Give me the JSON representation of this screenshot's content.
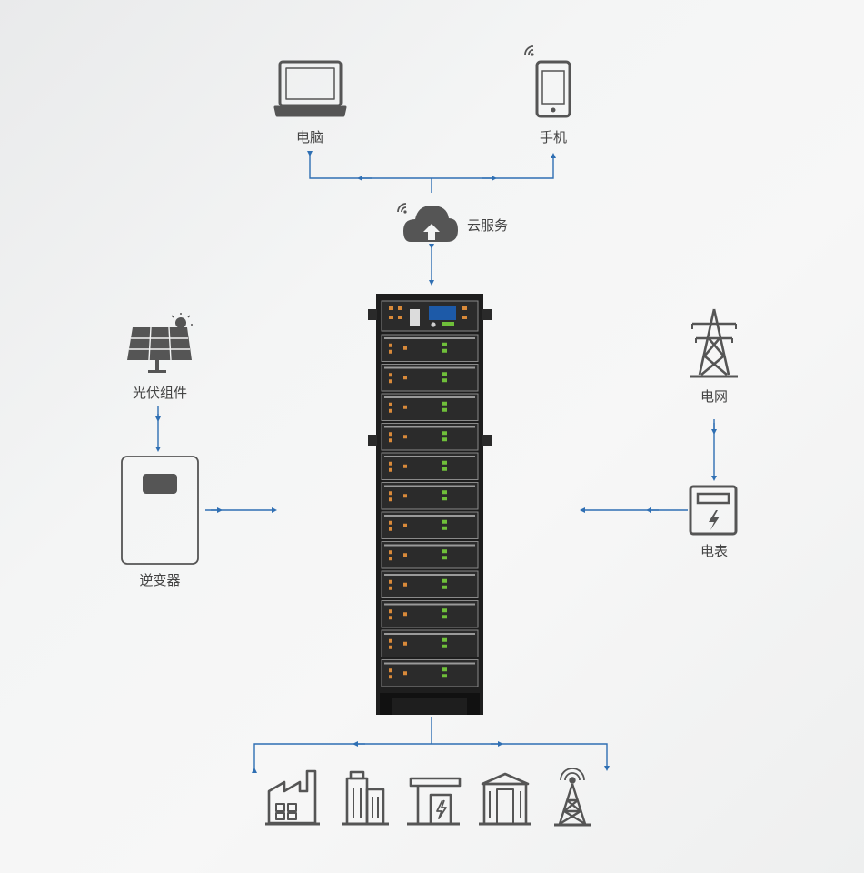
{
  "labels": {
    "computer": "电脑",
    "phone": "手机",
    "cloud": "云服务",
    "pv": "光伏组件",
    "inverter": "逆变器",
    "grid": "电网",
    "meter": "电表"
  },
  "icons": {
    "computer": "laptop-icon",
    "phone": "smartphone-icon",
    "cloud": "cloud-upload-icon",
    "pv": "solar-panel-icon",
    "inverter": "inverter-icon",
    "grid": "transmission-tower-icon",
    "meter": "electric-meter-icon",
    "battery": "battery-rack-icon",
    "loads": [
      "factory-icon",
      "office-building-icon",
      "gas-station-icon",
      "government-building-icon",
      "signal-tower-icon"
    ]
  },
  "battery": {
    "modules": 12
  },
  "colors": {
    "line": "#2f6fb3",
    "icon": "#555555",
    "rack": "#1e1e1e",
    "module": "#2b2b2b",
    "accent": "#6fbf3a",
    "terminal": "#d98a3a"
  }
}
